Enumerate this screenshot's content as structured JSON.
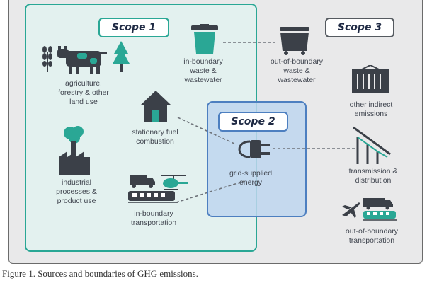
{
  "scopes": {
    "scope1": "Scope 1",
    "scope2": "Scope 2",
    "scope3": "Scope 3"
  },
  "nodes": {
    "agriculture": "agriculture,\nforestry & other\nland use",
    "in_boundary_waste": "in-boundary\nwaste &\nwastewater",
    "out_boundary_waste": "out-of-boundary\nwaste &\nwastewater",
    "stationary_fuel": "stationary fuel\ncombustion",
    "grid_energy": "grid-supplied\nenergy",
    "other_indirect": "other indirect\nemissions",
    "transmission": "transmission &\ndistribution",
    "industrial": "industrial\nprocesses &\nproduct use",
    "in_boundary_transport": "in-boundary\ntransportation",
    "out_boundary_transport": "out-of-boundary\ntransportation"
  },
  "colors": {
    "scope1": "#2aa795",
    "scope2": "#4d7fc0",
    "scope3": "#555a60",
    "icon_dark": "#3b4048"
  },
  "icons": [
    "wheat-icon",
    "cow-icon",
    "tree-icon",
    "waste-bin-icon",
    "dumpster-icon",
    "house-icon",
    "factory-icon",
    "plug-icon",
    "container-icon",
    "power-lines-icon",
    "truck-icon",
    "helicopter-icon",
    "train-icon",
    "airplane-icon"
  ],
  "caption": "Figure 1. Sources and boundaries of GHG emissions."
}
